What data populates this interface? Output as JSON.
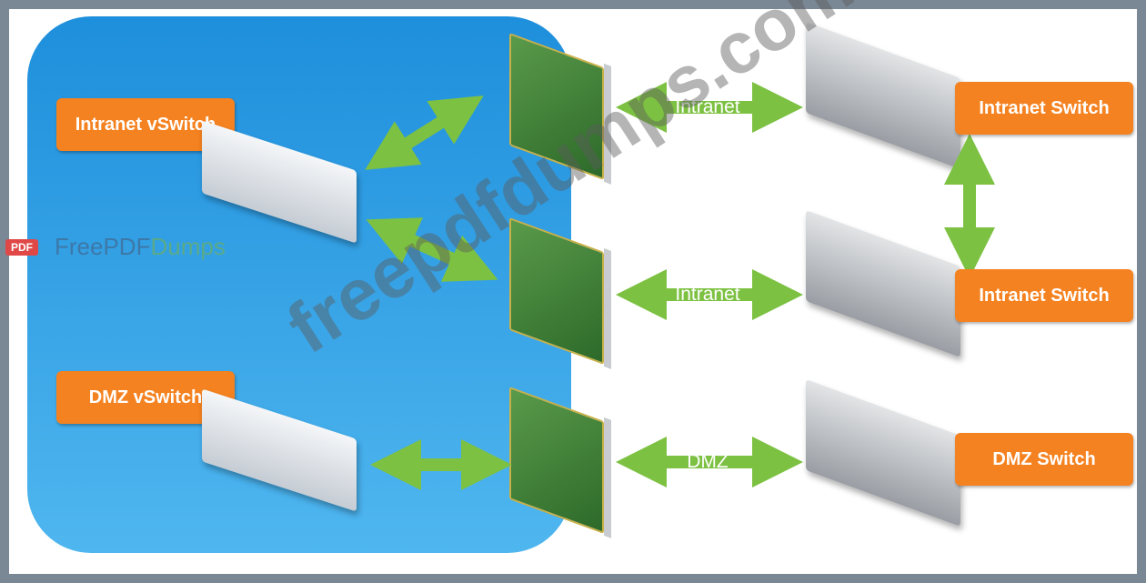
{
  "labels": {
    "intranet_vswitch": "Intranet vSwitch",
    "dmz_vswitch": "DMZ vSwitch",
    "intranet_switch_1": "Intranet Switch",
    "intranet_switch_2": "Intranet Switch",
    "dmz_switch": "DMZ Switch"
  },
  "links": {
    "link1": "Intranet",
    "link2": "Intranet",
    "link3": "DMZ"
  },
  "watermark": "freepdfdumps.com",
  "logo": {
    "badge": "PDF",
    "text_a": "FreePDF",
    "text_b": "Dumps"
  },
  "colors": {
    "accent": "#f58220",
    "arrow": "#7dc142",
    "host": "#1e8fdc"
  }
}
